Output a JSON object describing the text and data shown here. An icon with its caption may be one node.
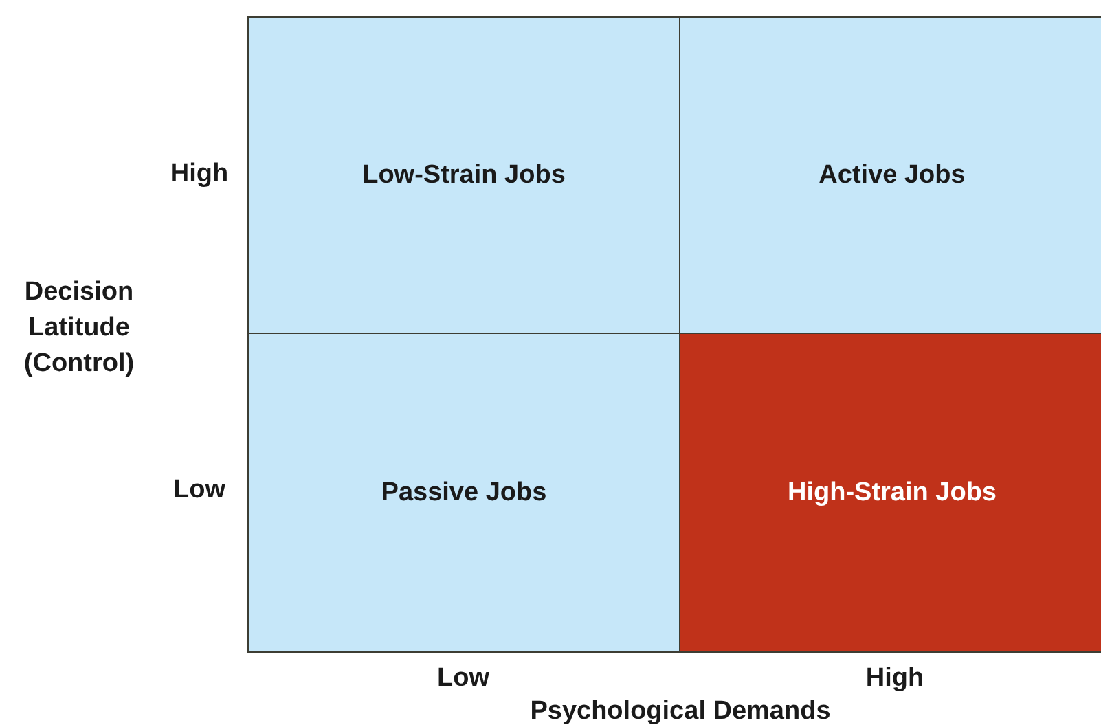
{
  "diagram": {
    "nodes": [
      {
        "text": [
          "Low-Strain Jobs"
        ]
      },
      {
        "text": [
          "Active Jobs"
        ]
      },
      {
        "text": [
          "Passive Jobs"
        ]
      },
      {
        "text": [
          "High-Strain Jobs"
        ]
      }
    ],
    "labels": [
      "High",
      "Decision Latitude (Control)",
      "Low",
      "Low",
      "High",
      "Psychological Demands"
    ]
  }
}
